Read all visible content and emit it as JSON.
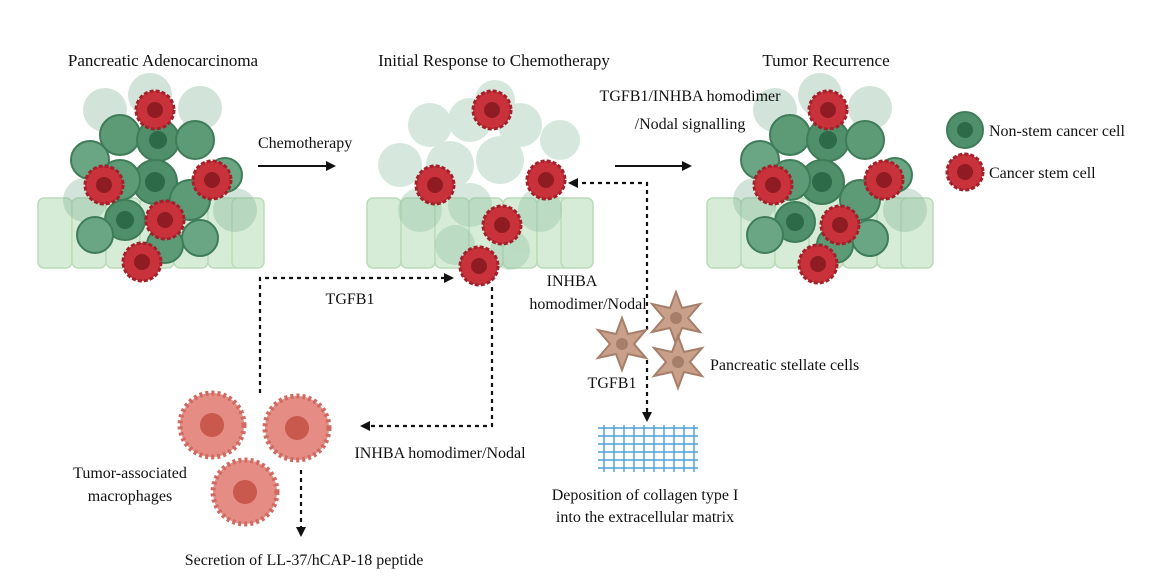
{
  "titles": {
    "left": "Pancreatic Adenocarcinoma",
    "middle": "Initial Response to Chemotherapy",
    "right": "Tumor Recurrence"
  },
  "labels": {
    "chemotherapy": "Chemotherapy",
    "signalling_line1": "TGFB1/INHBA homodimer",
    "signalling_line2": "/Nodal signalling",
    "tgfb1_left": "TGFB1",
    "inhba_mid_line1": "INHBA",
    "inhba_mid_line2": "homodimer/Nodal",
    "pancreatic_stellate": "Pancreatic stellate cells",
    "tgfb1_stellate": "TGFB1",
    "inhba_bottom": "INHBA homodimer/Nodal",
    "tam_line1": "Tumor-associated",
    "tam_line2": "macrophages",
    "collagen_line1": "Deposition of collagen type I",
    "collagen_line2": "into the extracellular matrix",
    "secretion": "Secretion of LL-37/hCAP-18 peptide"
  },
  "legend": {
    "non_stem": "Non-stem cancer cell",
    "stem": "Cancer stem cell"
  },
  "colors": {
    "non_stem_fill": "#4f8f6a",
    "non_stem_nucleus": "#2c6a48",
    "stem_fill": "#c9323a",
    "stem_nucleus": "#8f1c22",
    "epithelium": "#d6ecd6",
    "stellate": "#c9a08a",
    "macrophage": "#e58d84",
    "collagen": "#4a9fd8"
  }
}
